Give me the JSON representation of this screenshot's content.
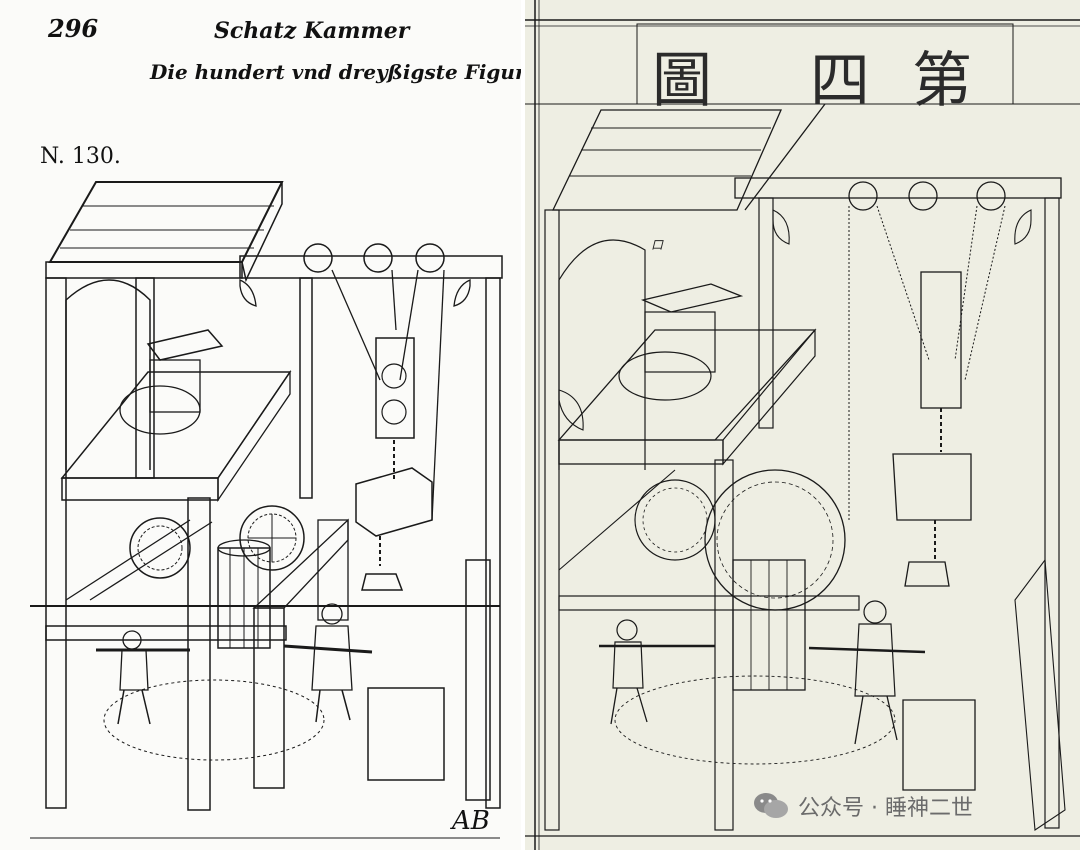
{
  "left_page": {
    "page_number": "296",
    "running_head": "Schatz Kammer",
    "figure_title": "Die hundert vnd dreyßigste Figur.",
    "figure_number": "N. 130.",
    "signature": "AB"
  },
  "right_page": {
    "title_chars": [
      "圖",
      "四",
      "第"
    ],
    "watermark": "公众号 · 睡神二世"
  },
  "colors": {
    "left_paper": "#fbfbf9",
    "right_paper": "#eeeee3",
    "ink": "#1a1a1a"
  }
}
